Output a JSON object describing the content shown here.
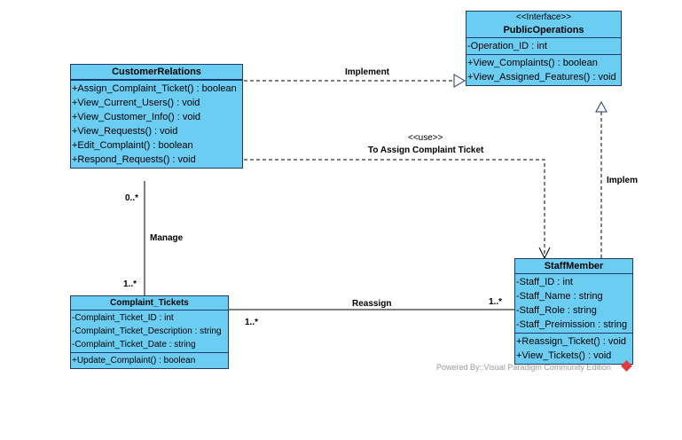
{
  "classes": {
    "customer_relations": {
      "name": "CustomerRelations",
      "attributes": [],
      "operations": [
        "+Assign_Complaint_Ticket() : boolean",
        "+View_Current_Users() : void",
        "+View_Customer_Info() : void",
        "+View_Requests() : void",
        "+Edit_Complaint() : boolean",
        "+Respond_Requests() : void"
      ]
    },
    "public_operations": {
      "stereotype": "<<Interface>>",
      "name": "PublicOperations",
      "attributes": [
        "-Operation_ID : int"
      ],
      "operations": [
        "+View_Complaints() : boolean",
        "+View_Assigned_Features() : void"
      ]
    },
    "complaint_tickets": {
      "name": "Complaint_Tickets",
      "attributes": [
        "-Complaint_Ticket_ID : int",
        "-Complaint_Ticket_Description : string",
        "-Complaint_Ticket_Date : string"
      ],
      "operations": [
        "+Update_Complaint() : boolean"
      ]
    },
    "staff_member": {
      "name": "StaffMember",
      "attributes": [
        "-Staff_ID : int",
        "-Staff_Name : string",
        "-Staff_Role : string",
        "-Staff_Preimission : string"
      ],
      "operations": [
        "+Reassign_Ticket() : void",
        "+View_Tickets() : void"
      ]
    }
  },
  "relationships": {
    "implement": {
      "label": "Implement"
    },
    "use": {
      "stereotype": "<<use>>",
      "label": "To Assign Complaint Ticket"
    },
    "implem": {
      "label": "Implem"
    },
    "manage": {
      "label": "Manage",
      "mult_top": "0..*",
      "mult_bottom": "1..*"
    },
    "reassign": {
      "label": "Reassign",
      "mult_left": "1..*",
      "mult_right": "1..*"
    }
  },
  "watermark": {
    "text": "Powered By::Visual Paradigm Community Edition"
  },
  "colors": {
    "class_fill": "#6ccdf3",
    "class_border": "#1f3b6e",
    "line": "#000000"
  }
}
